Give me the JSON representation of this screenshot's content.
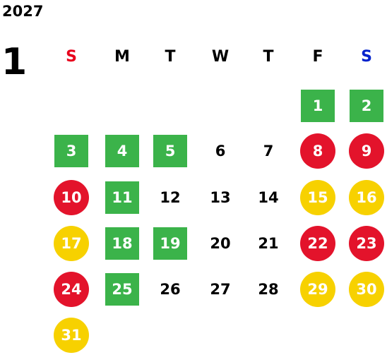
{
  "year": "2027",
  "month": "1",
  "colors": {
    "green": "#3bb34a",
    "red": "#e3132b",
    "yellow": "#f7d100",
    "sunday": "#e8001c",
    "saturday": "#0022cc"
  },
  "weekdays": [
    {
      "label": "S",
      "type": "sun"
    },
    {
      "label": "M",
      "type": ""
    },
    {
      "label": "T",
      "type": ""
    },
    {
      "label": "W",
      "type": ""
    },
    {
      "label": "T",
      "type": ""
    },
    {
      "label": "F",
      "type": ""
    },
    {
      "label": "S",
      "type": "sat"
    }
  ],
  "first_weekday": 5,
  "days": [
    {
      "d": "1",
      "s": "green"
    },
    {
      "d": "2",
      "s": "green"
    },
    {
      "d": "3",
      "s": "green"
    },
    {
      "d": "4",
      "s": "green"
    },
    {
      "d": "5",
      "s": "green"
    },
    {
      "d": "6",
      "s": "plain"
    },
    {
      "d": "7",
      "s": "plain"
    },
    {
      "d": "8",
      "s": "red"
    },
    {
      "d": "9",
      "s": "red"
    },
    {
      "d": "10",
      "s": "red"
    },
    {
      "d": "11",
      "s": "green"
    },
    {
      "d": "12",
      "s": "plain"
    },
    {
      "d": "13",
      "s": "plain"
    },
    {
      "d": "14",
      "s": "plain"
    },
    {
      "d": "15",
      "s": "yellow"
    },
    {
      "d": "16",
      "s": "yellow"
    },
    {
      "d": "17",
      "s": "yellow"
    },
    {
      "d": "18",
      "s": "green"
    },
    {
      "d": "19",
      "s": "green"
    },
    {
      "d": "20",
      "s": "plain"
    },
    {
      "d": "21",
      "s": "plain"
    },
    {
      "d": "22",
      "s": "red"
    },
    {
      "d": "23",
      "s": "red"
    },
    {
      "d": "24",
      "s": "red"
    },
    {
      "d": "25",
      "s": "green"
    },
    {
      "d": "26",
      "s": "plain"
    },
    {
      "d": "27",
      "s": "plain"
    },
    {
      "d": "28",
      "s": "plain"
    },
    {
      "d": "29",
      "s": "yellow"
    },
    {
      "d": "30",
      "s": "yellow"
    },
    {
      "d": "31",
      "s": "yellow"
    }
  ]
}
